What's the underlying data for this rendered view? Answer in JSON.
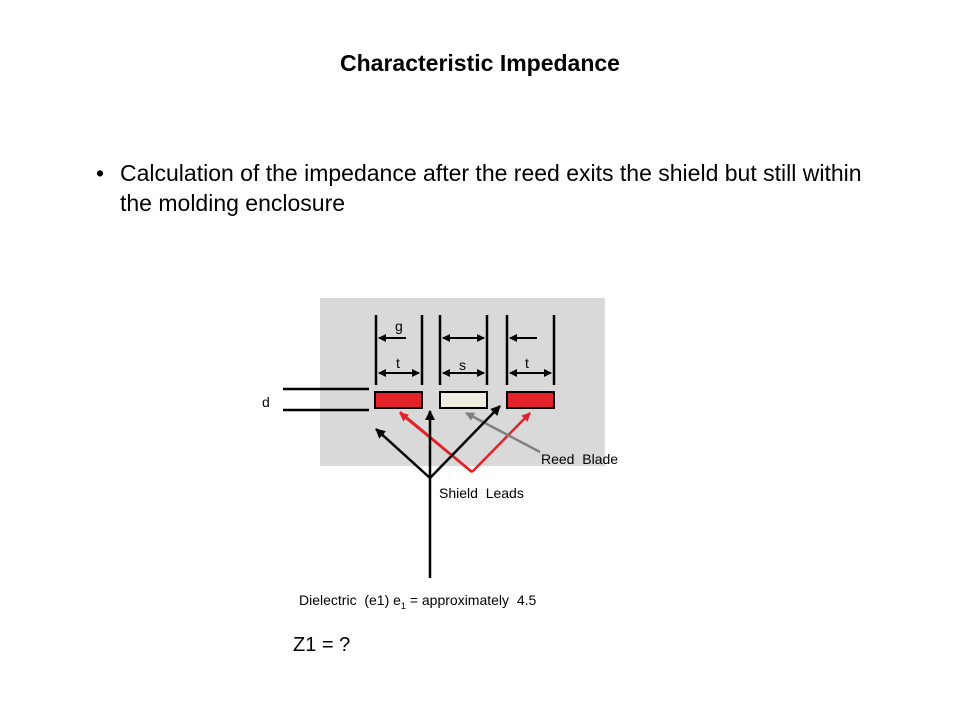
{
  "title": "Characteristic Impedance",
  "bullet": {
    "marker": "•",
    "text": "Calculation of the impedance after the reed exits the shield but still within the molding enclosure"
  },
  "diagram": {
    "label_g": "g",
    "label_t_left": "t",
    "label_s": "s",
    "label_t_right": "t",
    "label_d": "d",
    "reed_blade": "Reed  Blade",
    "shield_leads": "Shield  Leads",
    "colors": {
      "shield": "#e32129",
      "reed": "#f0ece0",
      "box": "#d9d9d9"
    }
  },
  "dielectric": {
    "prefix": "Dielectric  (e1) e",
    "sub": "1",
    "suffix": " = approximately  4.5"
  },
  "question": "Z1 = ?"
}
